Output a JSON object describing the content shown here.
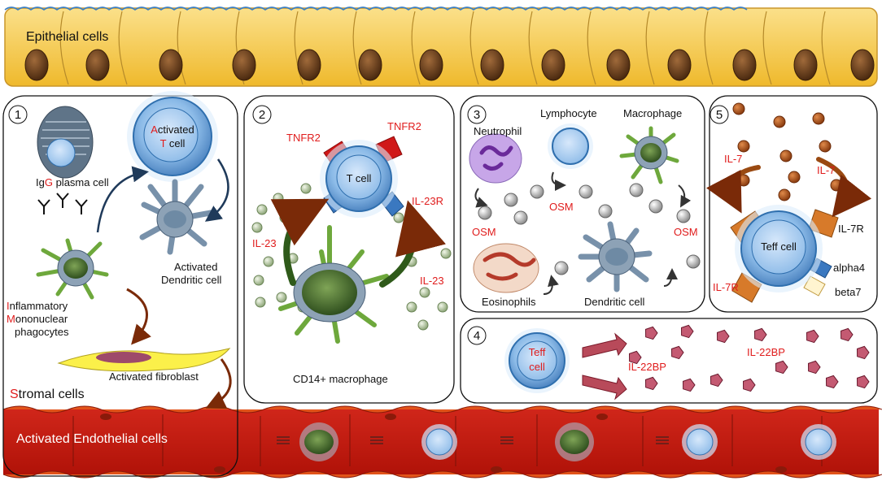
{
  "epithelium": {
    "label": "Epithelial cells"
  },
  "endothelium": {
    "label": "Activated Endothelial cells"
  },
  "panel1": {
    "number": "1",
    "plasma_cell": {
      "pre": "Ig",
      "hl": "G",
      "post": " plasma cell"
    },
    "activated_t": {
      "l1_hl": "A",
      "l1_rest": "ctivated",
      "l2_hl": "T",
      "l2_rest": " cell"
    },
    "dendritic": {
      "l1": "Activated",
      "l2": "Dendritic  cell"
    },
    "imp": {
      "l1_hl": "I",
      "l1_rest": "nflammatory",
      "l2_hl": "M",
      "l2_rest": "ononuclear",
      "l3": "phagocytes"
    },
    "fibroblast": "Activated fibroblast",
    "stromal": {
      "hl": "S",
      "rest": "tromal cells"
    }
  },
  "panel2": {
    "number": "2",
    "t_cell": "T cell",
    "tnfr2_left": "TNFR2",
    "tnfr2_right": "TNFR2",
    "il23r": "IL-23R",
    "il23_left": "IL-23",
    "il23_right": "IL-23",
    "macrophage": "CD14+ macrophage"
  },
  "panel3": {
    "number": "3",
    "neutrophil": "Neutrophil",
    "lymphocyte": "Lymphocyte",
    "macrophage": "Macrophage",
    "osm_center": "OSM",
    "osm_left": "OSM",
    "osm_right": "OSM",
    "eosinophils": "Eosinophils",
    "dendritic": "Dendritic  cell"
  },
  "panel4": {
    "number": "4",
    "teff_l1": "Teff",
    "teff_l2": "cell",
    "il22bp_left": "IL-22BP",
    "il22bp_right": "IL-22BP"
  },
  "panel5": {
    "number": "5",
    "il7_left": "IL-7",
    "il7_right": "IL-7",
    "teff": "Teff cell",
    "il7r_right": "IL-7R",
    "il7r_left": "IL-7R",
    "alpha4": "alpha4",
    "beta7": "beta7"
  },
  "colors": {
    "epithelium": "#f5c542",
    "nucleus": "#7a4a22",
    "endothelium": "#c8190f",
    "cell_blue": "#7fb2e5",
    "dendritic_green": "#5c7a3c",
    "receptor_red": "#d01818",
    "receptor_orange": "#d77a2a",
    "label_red": "#e01c1c"
  }
}
